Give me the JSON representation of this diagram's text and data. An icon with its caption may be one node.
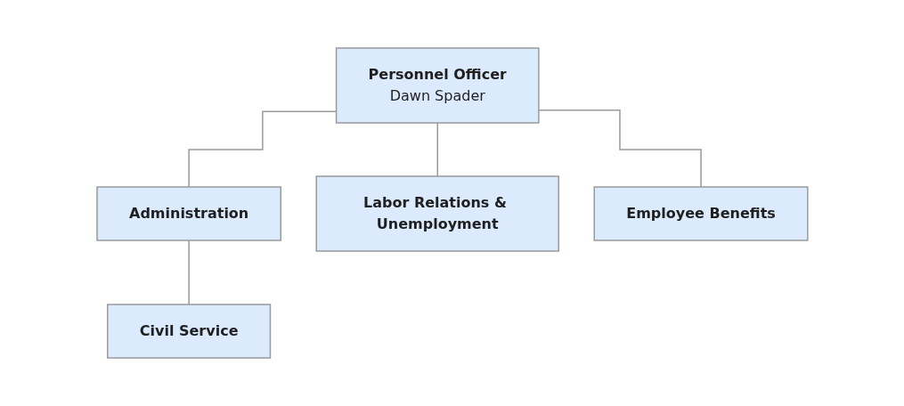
{
  "diagram": {
    "nodes": [
      {
        "text": [
          "Personnel Officer",
          "Dawn Spader"
        ]
      },
      {
        "text": [
          "Administration"
        ]
      },
      {
        "text": [
          "Labor Relations & Unemployment"
        ]
      },
      {
        "text": [
          "Employee Benefits"
        ]
      },
      {
        "text": [
          "Civil Service"
        ]
      }
    ],
    "edges": [
      {
        "from": 0,
        "to": 1,
        "arrow": "none"
      },
      {
        "from": 0,
        "to": 2,
        "arrow": "none"
      },
      {
        "from": 0,
        "to": 3,
        "arrow": "none"
      },
      {
        "from": 1,
        "to": 4,
        "arrow": "none"
      }
    ]
  }
}
